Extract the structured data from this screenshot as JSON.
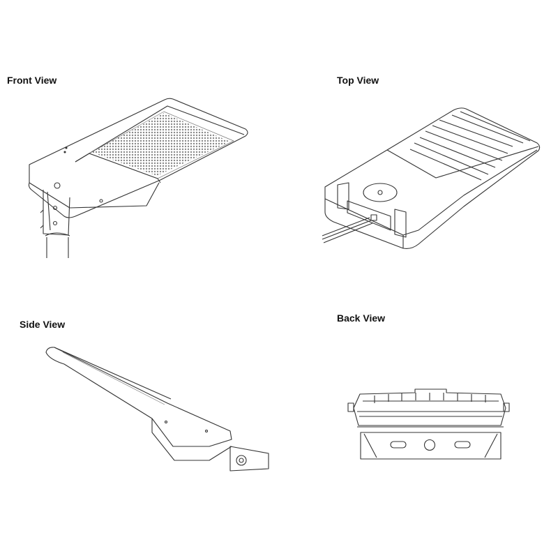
{
  "views": {
    "front": {
      "label": "Front View"
    },
    "top": {
      "label": "Top View"
    },
    "side": {
      "label": "Side View"
    },
    "back": {
      "label": "Back View"
    }
  },
  "colors": {
    "line": "#333333",
    "text": "#111111",
    "background": "#ffffff"
  }
}
